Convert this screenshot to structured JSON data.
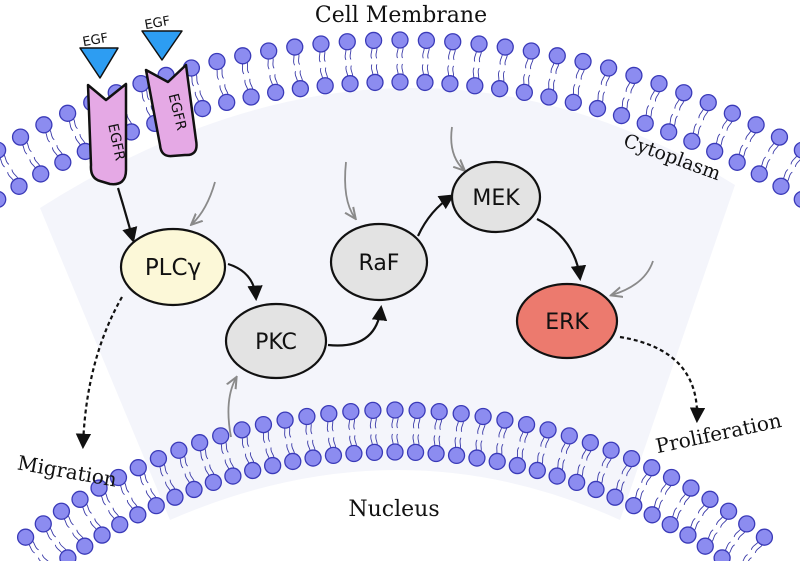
{
  "labels": {
    "cell_membrane": "Cell Membrane",
    "cytoplasm": "Cytoplasm",
    "nucleus": "Nucleus",
    "migration": "Migration",
    "proliferation": "Proliferation"
  },
  "ligands": [
    "EGF",
    "EGF"
  ],
  "receptors": [
    "EGFR",
    "EGFR"
  ],
  "nodes": {
    "plc": "PLCγ",
    "pkc": "PKC",
    "raf": "RaF",
    "mek": "MEK",
    "erk": "ERK"
  },
  "colors": {
    "lipid_head": "#8c8cf0",
    "lipid_head_stroke": "#3a3ab8",
    "lipid_tail": "#3a3aa8",
    "cytoplasm_fill": "#f4f5fb",
    "egf": "#2d9df2",
    "egfr": "#e5a9e5",
    "plc_fill": "#fcf8d8",
    "node_fill": "#e3e3e3",
    "erk_fill": "#ec7a6e",
    "arrow_dark": "#111111",
    "arrow_grey": "#8a8a8a"
  }
}
